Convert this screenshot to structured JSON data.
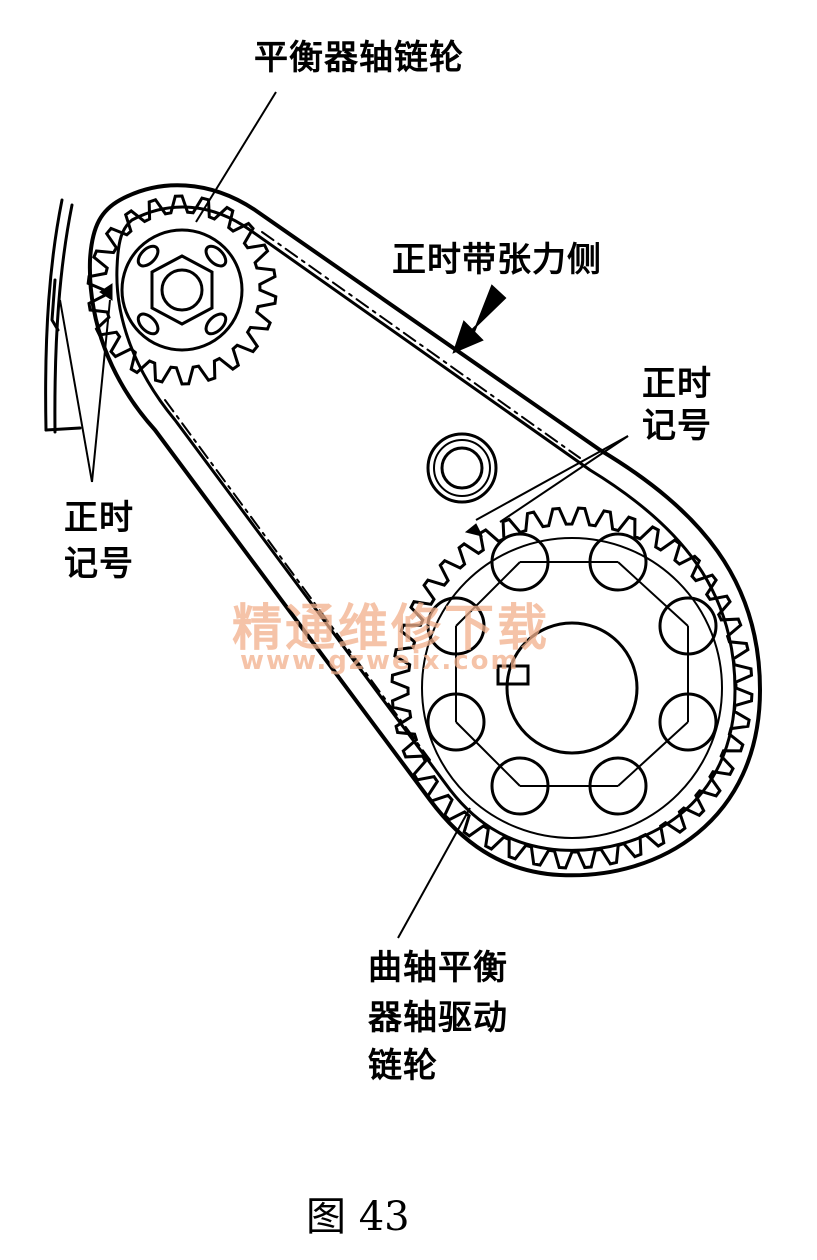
{
  "labels": {
    "balancer_sprocket": "平衡器轴链轮",
    "tension_side": "正时带张力侧",
    "timing_mark_right_l1": "正时",
    "timing_mark_right_l2": "记号",
    "timing_mark_left_l1": "正时",
    "timing_mark_left_l2": "记号",
    "crank_sprocket_l1": "曲轴平衡",
    "crank_sprocket_l2": "器轴驱动",
    "crank_sprocket_l3": "链轮"
  },
  "watermark": {
    "title": "精通维修下载",
    "url": "www.gzweix.com"
  },
  "caption": "图 43",
  "colors": {
    "line": "#000000",
    "watermark": "#f2b08c"
  }
}
